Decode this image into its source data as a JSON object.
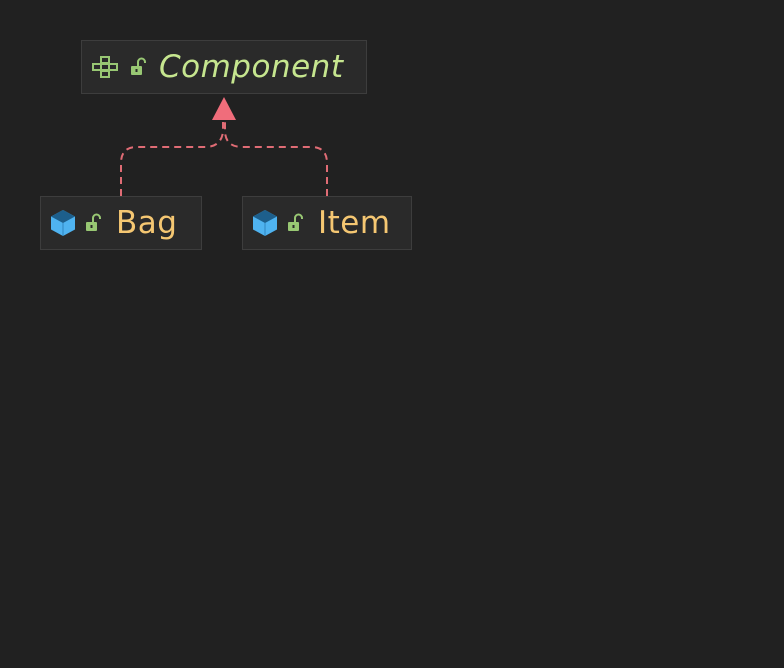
{
  "diagram": {
    "nodes": [
      {
        "id": "component",
        "label": "Component",
        "kind": "interface",
        "visibility": "public"
      },
      {
        "id": "bag",
        "label": "Bag",
        "kind": "class",
        "visibility": "public"
      },
      {
        "id": "item",
        "label": "Item",
        "kind": "class",
        "visibility": "public"
      }
    ],
    "edges": [
      {
        "from": "bag",
        "to": "component",
        "type": "realization"
      },
      {
        "from": "item",
        "to": "component",
        "type": "realization"
      }
    ]
  },
  "colors": {
    "background": "#212121",
    "interface_text": "#c6e68f",
    "class_text": "#f5c772",
    "class_icon": "#4fb3f0",
    "lock_icon": "#98c773",
    "interface_icon": "#98c773",
    "edge": "#e06c75"
  },
  "icons": {
    "interface": "interface-puzzle-icon",
    "class": "class-cube-icon",
    "visibility": "unlocked-padlock-icon"
  }
}
